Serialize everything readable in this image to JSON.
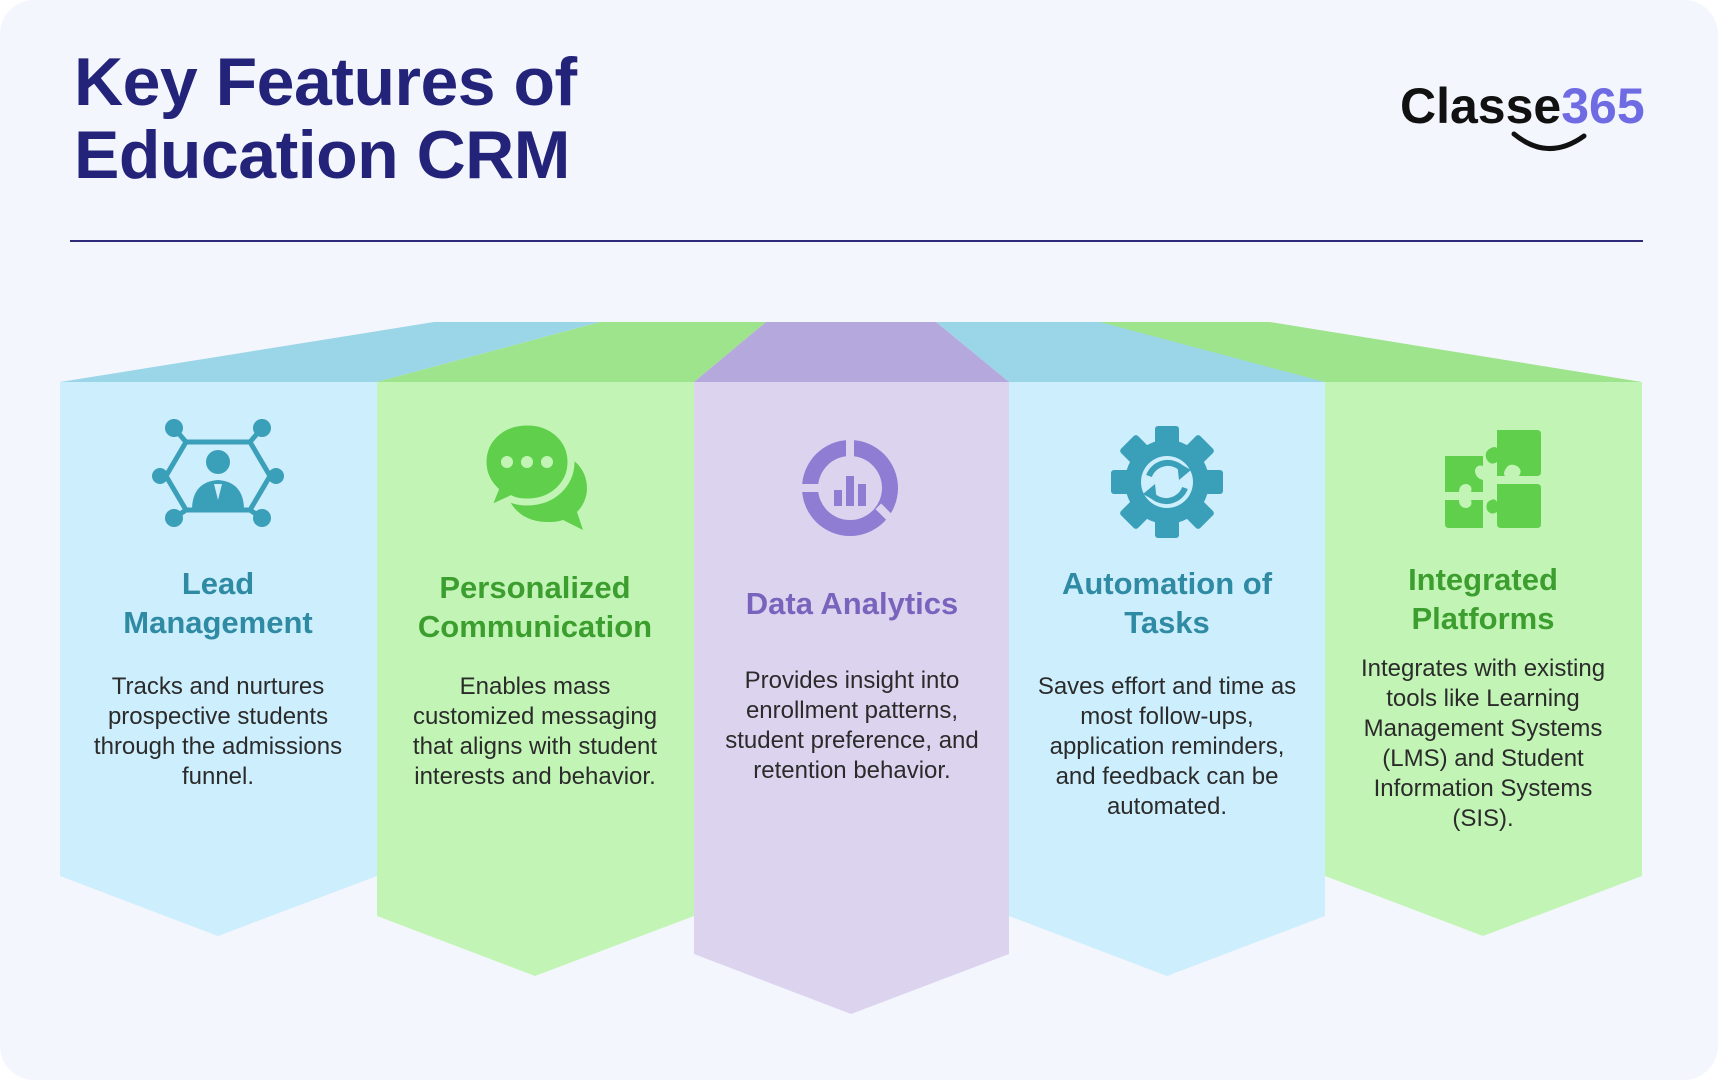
{
  "title": {
    "line1": "Key Features of",
    "line2": "Education CRM"
  },
  "logo": {
    "text": "Classe",
    "accent": "365",
    "accent_color": "#6f6be3"
  },
  "colors": {
    "title": "#24237a",
    "blue_panel": "#cdeefc",
    "blue_roof": "#9bd6e8",
    "green_panel": "#c2f5b5",
    "green_roof": "#9ee48c",
    "purple_panel": "#dcd4ef",
    "purple_roof": "#b5a8dc"
  },
  "features": [
    {
      "icon": "network-person-icon",
      "title_lines": [
        "Lead",
        "Management"
      ],
      "description": "Tracks and nurtures prospective students through the admissions funnel.",
      "accent_color": "#3a9fb8"
    },
    {
      "icon": "chat-bubbles-icon",
      "title_lines": [
        "Personalized",
        "Communication"
      ],
      "description": "Enables mass customized messaging that aligns with student interests and behavior.",
      "accent_color": "#5fcf4c"
    },
    {
      "icon": "donut-analytics-icon",
      "title_lines": [
        "Data Analytics"
      ],
      "description": "Provides insight into enrollment patterns, student preference, and retention behavior.",
      "accent_color": "#8e7dd3"
    },
    {
      "icon": "gear-sync-icon",
      "title_lines": [
        "Automation of",
        "Tasks"
      ],
      "description": "Saves effort and time as most follow-ups, application reminders, and feedback can be automated.",
      "accent_color": "#3a9fb8"
    },
    {
      "icon": "puzzle-icon",
      "title_lines": [
        "Integrated",
        "Platforms"
      ],
      "description": "Integrates with existing tools like Learning Management Systems (LMS) and Student Information Systems (SIS).",
      "accent_color": "#5fcf4c"
    }
  ]
}
